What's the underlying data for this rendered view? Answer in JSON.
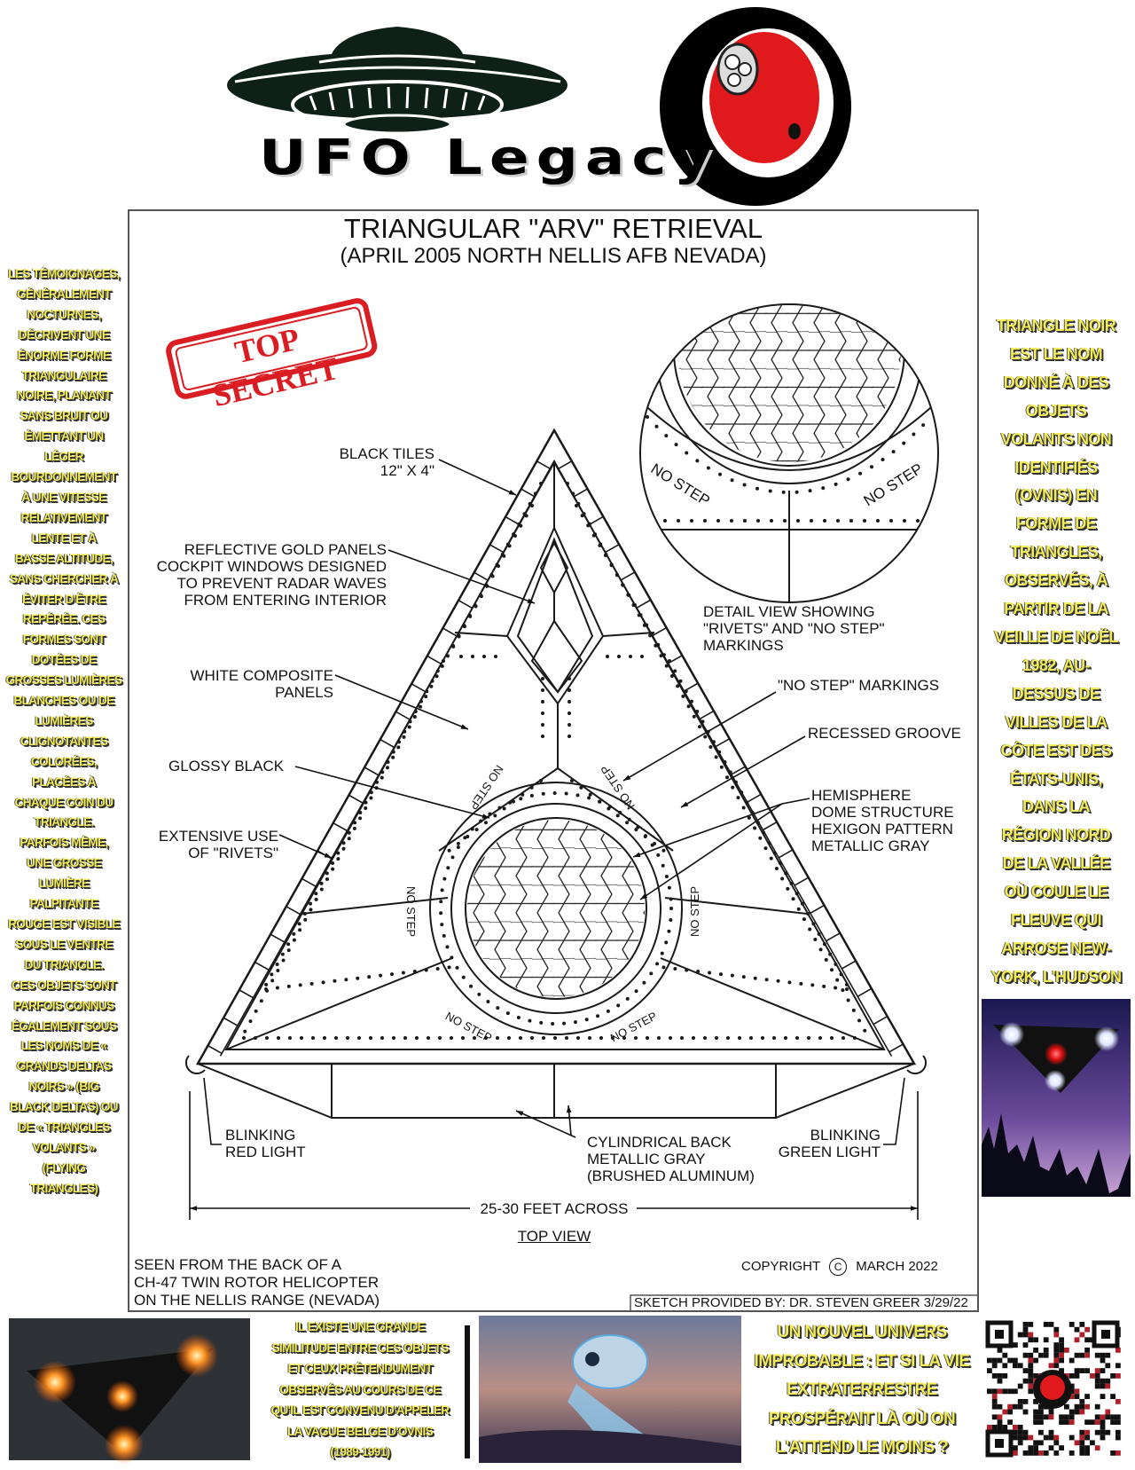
{
  "logo": {
    "text": "UFO Legacy",
    "colors": {
      "saucer": "#0f2018",
      "ring": "#000000",
      "red": "#e0191c"
    }
  },
  "diagram": {
    "title": "TRIANGULAR \"ARV\" RETRIEVAL",
    "subtitle": "(APRIL 2005 NORTH NELLIS AFB NEVADA)",
    "stamp": "TOP SECRET",
    "labels": {
      "black_tiles": [
        "BLACK TILES",
        "12\" X 4\""
      ],
      "gold_panels": [
        "REFLECTIVE GOLD PANELS",
        "COCKPIT WINDOWS DESIGNED",
        "TO PREVENT RADAR WAVES",
        "FROM ENTERING INTERIOR"
      ],
      "white_panels": [
        "WHITE COMPOSITE",
        "PANELS"
      ],
      "glossy_black": "GLOSSY BLACK",
      "rivets": [
        "EXTENSIVE USE",
        "OF \"RIVETS\""
      ],
      "detail_view": [
        "DETAIL VIEW SHOWING",
        "\"RIVETS\" AND \"NO STEP\"",
        "MARKINGS"
      ],
      "no_step_markings": "\"NO STEP\" MARKINGS",
      "recessed_groove": "RECESSED GROOVE",
      "hemisphere": [
        "HEMISPHERE",
        "DOME STRUCTURE",
        "HEXIGON PATTERN",
        "METALLIC GRAY"
      ],
      "red_light": [
        "BLINKING",
        "RED LIGHT"
      ],
      "green_light": [
        "BLINKING",
        "GREEN LIGHT"
      ],
      "cylindrical": [
        "CYLINDRICAL BACK",
        "METALLIC GRAY",
        "(BRUSHED ALUMINUM)"
      ],
      "no_step": "NO STEP",
      "dimension": "25-30 FEET ACROSS",
      "top_view": "TOP VIEW"
    },
    "seen_from": [
      "SEEN FROM THE BACK OF A",
      "CH-47 TWIN ROTOR HELICOPTER",
      "ON THE NELLIS RANGE (NEVADA)"
    ],
    "copyright": "COPYRIGHT",
    "copyright_symbol": "C",
    "copyright_date": "MARCH 2022",
    "sketch_credit": "SKETCH PROVIDED BY: DR. STEVEN GREER 3/29/22"
  },
  "left_column": [
    "LES TÉMOIGNAGES,",
    "GÉNÉRALEMENT",
    "NOCTURNES,",
    "DÉCRIVENT UNE",
    "ÉNORME FORME",
    "TRIANGULAIRE",
    "NOIRE, PLANANT",
    "SANS BRUIT OU",
    "ÉMETTANT UN",
    "LÉGER",
    "BOURDONNEMENT",
    "À UNE VITESSE",
    "RELATIVEMENT",
    "LENTE ET À",
    "BASSE ALTITUDE,",
    "SANS CHERCHER À",
    "ÉVITER D'ÊTRE",
    "REPÉRÉE. CES",
    "FORMES SONT",
    "DOTÉES DE",
    "GROSSES LUMIÈRES",
    "BLANCHES OU DE",
    "LUMIÈRES",
    "CLIGNOTANTES",
    "COLORÉES,",
    "PLACÉES À",
    "CHAQUE COIN DU",
    "TRIANGLE.",
    "PARFOIS MÊME,",
    "UNE GROSSE",
    "LUMIÈRE",
    "PALPITANTE",
    "ROUGE EST VISIBLE",
    "SOUS LE VENTRE",
    "DU TRIANGLE.",
    "CES OBJETS SONT",
    "PARFOIS CONNUS",
    "ÉGALEMENT SOUS",
    "LES NOMS DE «",
    "GRANDS DELTAS",
    "NOIRS » (BIG",
    "BLACK DELTAS) OU",
    "DE « TRIANGLES",
    "VOLANTS »",
    "(FLYING",
    "TRIANGLES)"
  ],
  "right_column": [
    "TRIANGLE NOIR",
    "EST LE NOM",
    "DONNÉ À DES",
    "OBJETS",
    "VOLANTS NON",
    "IDENTIFIÉS",
    "(OVNIS) EN",
    "FORME DE",
    "TRIANGLES,",
    "OBSERVÉS, À",
    "PARTIR DE LA",
    "VEILLE DE NOËL",
    "1982, AU-",
    "DESSUS DE",
    "VILLES DE LA",
    "CÔTE EST DES",
    "ÉTATS-UNIS,",
    "DANS LA",
    "RÉGION NORD",
    "DE LA VALLÉE",
    "OÙ COULE LE",
    "FLEUVE QUI",
    "ARROSE NEW-",
    "YORK, L'HUDSON"
  ],
  "bottom": {
    "belgian_text": [
      "IL EXISTE UNE GRANDE",
      "SIMILITUDE ENTRE CES OBJETS",
      "ET CEUX PRÉTENDUMENT",
      "OBSERVÉS AU COURS DE CE",
      "QU'IL EST CONVENU D'APPELER",
      "LA VAGUE BELGE D'OVNIS",
      "(1989-1991)"
    ],
    "alien_text": [
      "UN NOUVEL UNIVERS",
      "IMPROBABLE : ET SI LA VIE",
      "EXTRATERRESTRE",
      "PROSPÉRAIT LÀ OÙ ON",
      "L'ATTEND LE MOINS ?"
    ]
  },
  "colors": {
    "caption_yellow": "#f2ec5a",
    "stamp_red": "#d91d22",
    "line": "#1a1a1a"
  }
}
